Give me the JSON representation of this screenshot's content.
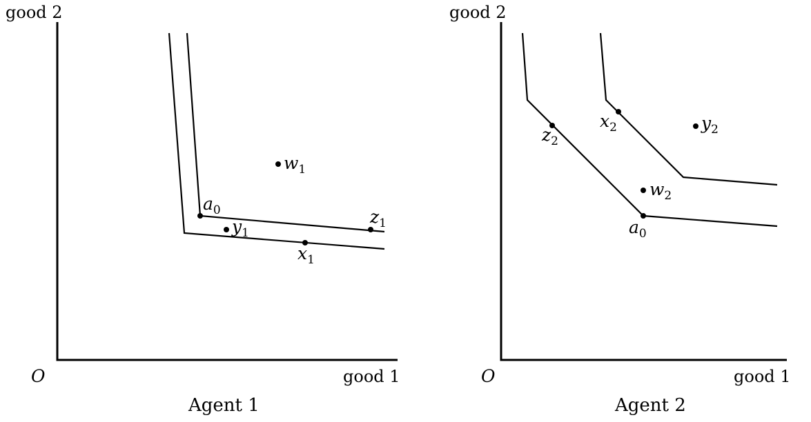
{
  "panels": [
    {
      "id": "agent1",
      "caption": "Agent 1",
      "axes": {
        "x_label": "good 1",
        "y_label": "good 2",
        "origin_label": "O"
      },
      "points": [
        {
          "id": "a0",
          "base": "a",
          "sub": "0"
        },
        {
          "id": "y1",
          "base": "y",
          "sub": "1"
        },
        {
          "id": "x1",
          "base": "x",
          "sub": "1"
        },
        {
          "id": "z1",
          "base": "z",
          "sub": "1"
        },
        {
          "id": "w1",
          "base": "w",
          "sub": "1"
        }
      ]
    },
    {
      "id": "agent2",
      "caption": "Agent 2",
      "axes": {
        "x_label": "good 1",
        "y_label": "good 2",
        "origin_label": "O"
      },
      "points": [
        {
          "id": "a0",
          "base": "a",
          "sub": "0"
        },
        {
          "id": "w2",
          "base": "w",
          "sub": "2"
        },
        {
          "id": "z2",
          "base": "z",
          "sub": "2"
        },
        {
          "id": "x2",
          "base": "x",
          "sub": "2"
        },
        {
          "id": "y2",
          "base": "y",
          "sub": "2"
        }
      ]
    }
  ]
}
